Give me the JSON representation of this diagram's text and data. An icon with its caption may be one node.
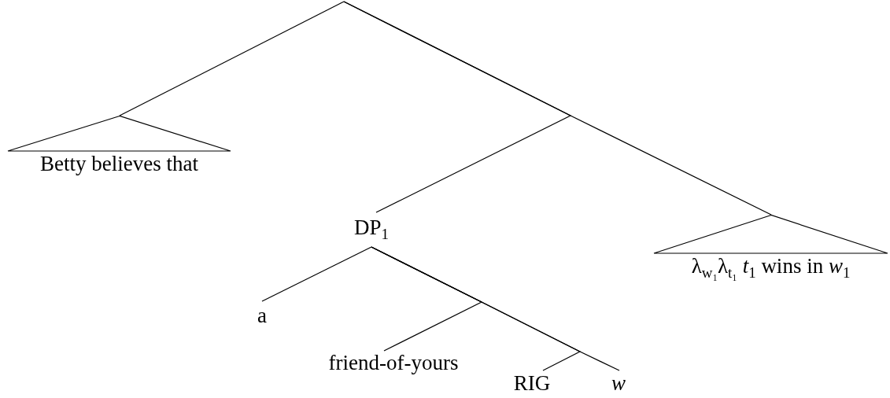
{
  "diagram": {
    "nodes": [
      {
        "text": [
          "Betty believes that"
        ]
      },
      {
        "text": [
          "DP$_{1}$"
        ]
      },
      {
        "text": [
          "a"
        ]
      },
      {
        "text": [
          "friend-of-yours"
        ]
      },
      {
        "text": [
          "RIG"
        ]
      },
      {
        "text": [
          "w"
        ]
      },
      {
        "text": [
          "λ$_{w₁}$λ$_{t₁}$ *t*$_{1}$ wins in *w*$_{1}$"
        ]
      }
    ],
    "edges": [
      {
        "from": null,
        "to": 0,
        "arrow": "none"
      },
      {
        "from": null,
        "to": 1,
        "arrow": "none"
      },
      {
        "from": null,
        "to": 6,
        "arrow": "none"
      },
      {
        "from": 1,
        "to": 2,
        "arrow": "none"
      },
      {
        "from": 1,
        "to": 3,
        "arrow": "none"
      },
      {
        "from": 1,
        "to": 4,
        "arrow": "none"
      },
      {
        "from": 1,
        "to": 5,
        "arrow": "none"
      }
    ]
  }
}
